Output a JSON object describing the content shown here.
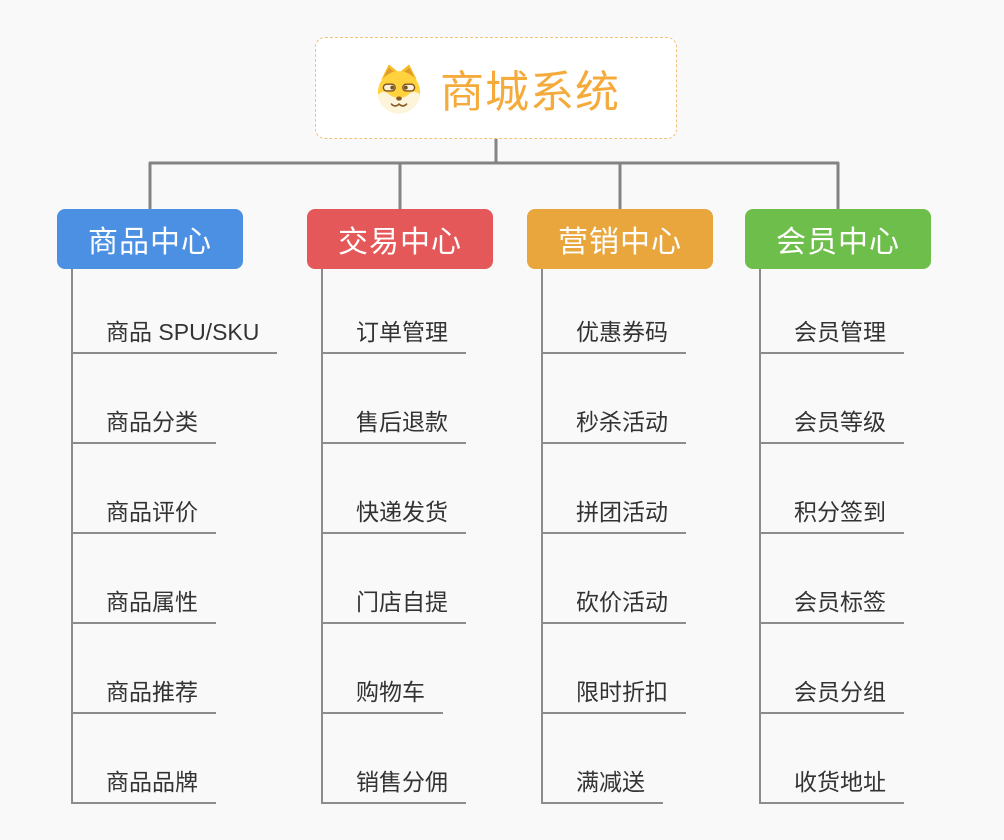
{
  "root": {
    "title": "商城系统",
    "icon": "dog-face-icon"
  },
  "branches": [
    {
      "title": "商品中心",
      "color": "#4b90e2",
      "items": [
        "商品 SPU/SKU",
        "商品分类",
        "商品评价",
        "商品属性",
        "商品推荐",
        "商品品牌"
      ]
    },
    {
      "title": "交易中心",
      "color": "#e4585a",
      "items": [
        "订单管理",
        "售后退款",
        "快递发货",
        "门店自提",
        "购物车",
        "销售分佣"
      ]
    },
    {
      "title": "营销中心",
      "color": "#e8a63c",
      "items": [
        "优惠券码",
        "秒杀活动",
        "拼团活动",
        "砍价活动",
        "限时折扣",
        "满减送"
      ]
    },
    {
      "title": "会员中心",
      "color": "#6ebe4b",
      "items": [
        "会员管理",
        "会员等级",
        "积分签到",
        "会员标签",
        "会员分组",
        "收货地址"
      ]
    }
  ],
  "colors": {
    "background": "#f9f9f9",
    "connector_line": "#848484",
    "leaf_underline": "#8c8c8c",
    "leaf_text": "#333333",
    "root_text": "#f5ab3c",
    "root_border": "#f0c27e",
    "root_background": "#ffffff"
  }
}
